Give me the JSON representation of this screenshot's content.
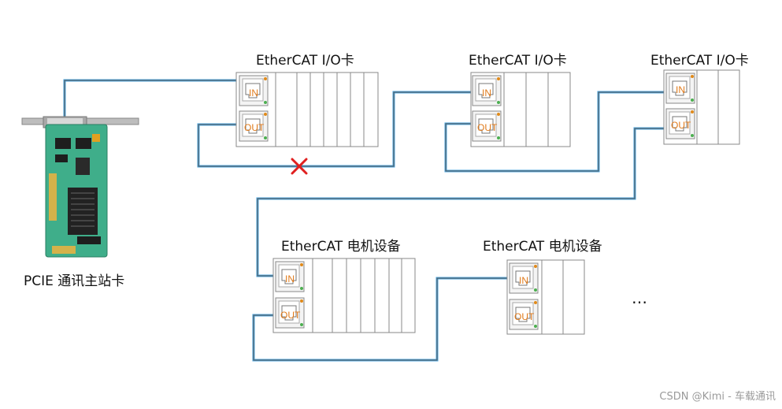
{
  "labels": {
    "io_card_1": "EtherCAT I/O卡",
    "io_card_2": "EtherCAT I/O卡",
    "io_card_3": "EtherCAT I/O卡",
    "motor_1": "EtherCAT 电机设备",
    "motor_2": "EtherCAT 电机设备",
    "master": "PCIE 通讯主站卡",
    "ellipsis": "…",
    "watermark": "CSDN @Kimi - 车载通讯"
  },
  "ports": {
    "in": "IN",
    "out": "OUT"
  },
  "colors": {
    "cable": "#4aa3dc",
    "cable_dark": "#555555",
    "port_text": "#e07a1a",
    "error_mark": "#e02020",
    "pcb": "#3fae8a"
  },
  "icons": {
    "broken_link": "red-x-icon"
  }
}
